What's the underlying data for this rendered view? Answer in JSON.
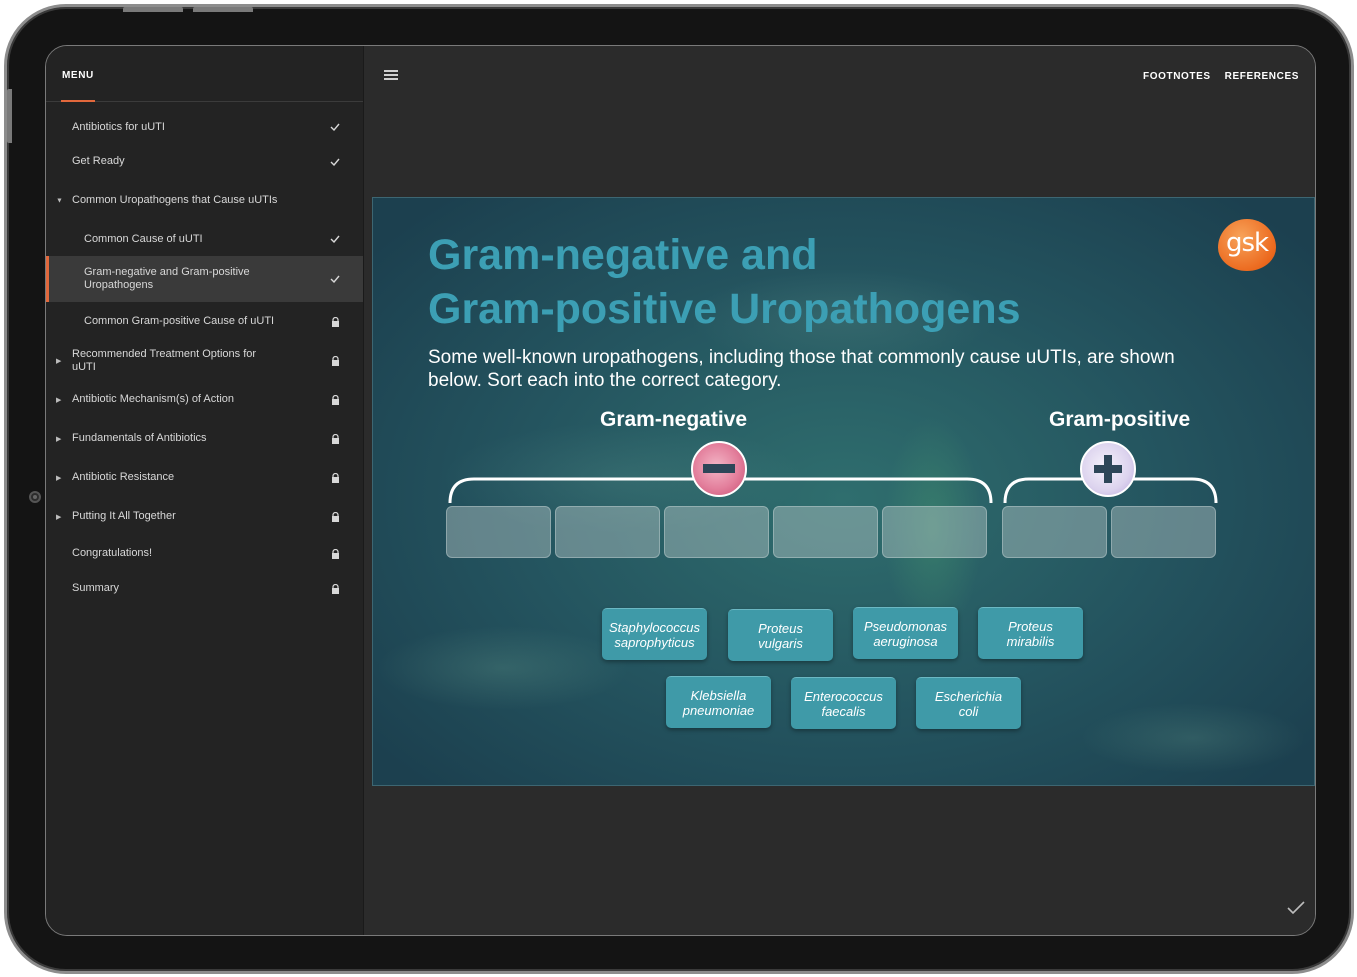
{
  "menu": {
    "title": "MENU",
    "items": [
      {
        "label": "Antibiotics for uUTI",
        "level": 0,
        "status": "complete"
      },
      {
        "label": "Get Ready",
        "level": 0,
        "status": "complete"
      },
      {
        "label": "Common Uropathogens that Cause uUTIs",
        "level": 0,
        "status": "expanded"
      },
      {
        "label": "Common Cause of uUTI",
        "level": 1,
        "status": "complete"
      },
      {
        "label": "Gram-negative and Gram-positive Uropathogens",
        "level": 1,
        "status": "complete",
        "active": true
      },
      {
        "label": "Common Gram-positive Cause of uUTI",
        "level": 1,
        "status": "locked"
      },
      {
        "label": "Recommended Treatment Options for uUTI",
        "level": 0,
        "status": "locked"
      },
      {
        "label": "Antibiotic Mechanism(s) of Action",
        "level": 0,
        "status": "locked"
      },
      {
        "label": "Fundamentals of Antibiotics",
        "level": 0,
        "status": "locked"
      },
      {
        "label": "Antibiotic Resistance",
        "level": 0,
        "status": "locked"
      },
      {
        "label": "Putting It All Together",
        "level": 0,
        "status": "locked"
      },
      {
        "label": "Congratulations!",
        "level": 0,
        "status": "locked"
      },
      {
        "label": "Summary",
        "level": 0,
        "status": "locked"
      }
    ]
  },
  "header": {
    "footnotes": "FOOTNOTES",
    "references": "REFERENCES"
  },
  "slide": {
    "title_line1": "Gram-negative and",
    "title_line2": "Gram-positive Uropathogens",
    "instructions": "Some well-known uropathogens, including those that commonly cause uUTIs, are shown below. Sort each into the correct category.",
    "logo_text": "gsk",
    "categories": {
      "negative": {
        "label": "Gram-negative",
        "slots": 5
      },
      "positive": {
        "label": "Gram-positive",
        "slots": 2
      }
    },
    "chips": [
      {
        "line1": "Staphylococcus",
        "line2": "saprophyticus"
      },
      {
        "line1": "Proteus",
        "line2": "vulgaris"
      },
      {
        "line1": "Pseudomonas",
        "line2": "aeruginosa"
      },
      {
        "line1": "Proteus",
        "line2": "mirabilis"
      },
      {
        "line1": "Klebsiella",
        "line2": "pneumoniae"
      },
      {
        "line1": "Enterococcus",
        "line2": "faecalis"
      },
      {
        "line1": "Escherichia",
        "line2": "coli"
      }
    ]
  },
  "colors": {
    "accent": "#e2683c",
    "title": "#3c9fb4",
    "chip": "#3f9aa8"
  }
}
